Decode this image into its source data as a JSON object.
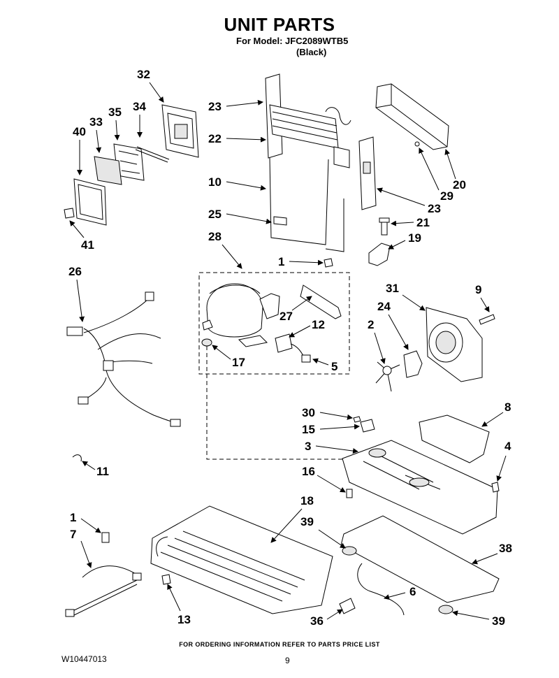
{
  "header": {
    "title": "UNIT PARTS",
    "model_line": "For Model: JFC2089WTB5",
    "color_line": "(Black)"
  },
  "footer": {
    "ordering_note": "FOR ORDERING INFORMATION REFER TO PARTS PRICE LIST",
    "doc_number": "W10447013",
    "page_number": "9"
  },
  "callouts": {
    "c1a": "1",
    "c1b": "1",
    "c2": "2",
    "c3": "3",
    "c4": "4",
    "c5": "5",
    "c6": "6",
    "c7": "7",
    "c8": "8",
    "c9": "9",
    "c10": "10",
    "c11": "11",
    "c12": "12",
    "c13": "13",
    "c15": "15",
    "c16": "16",
    "c17": "17",
    "c18": "18",
    "c19": "19",
    "c20": "20",
    "c21": "21",
    "c22": "22",
    "c23a": "23",
    "c23b": "23",
    "c24": "24",
    "c25": "25",
    "c26": "26",
    "c27": "27",
    "c28": "28",
    "c29": "29",
    "c30": "30",
    "c31": "31",
    "c32": "32",
    "c33": "33",
    "c34": "34",
    "c35": "35",
    "c36": "36",
    "c38": "38",
    "c39a": "39",
    "c39b": "39",
    "c40": "40",
    "c41": "41"
  }
}
